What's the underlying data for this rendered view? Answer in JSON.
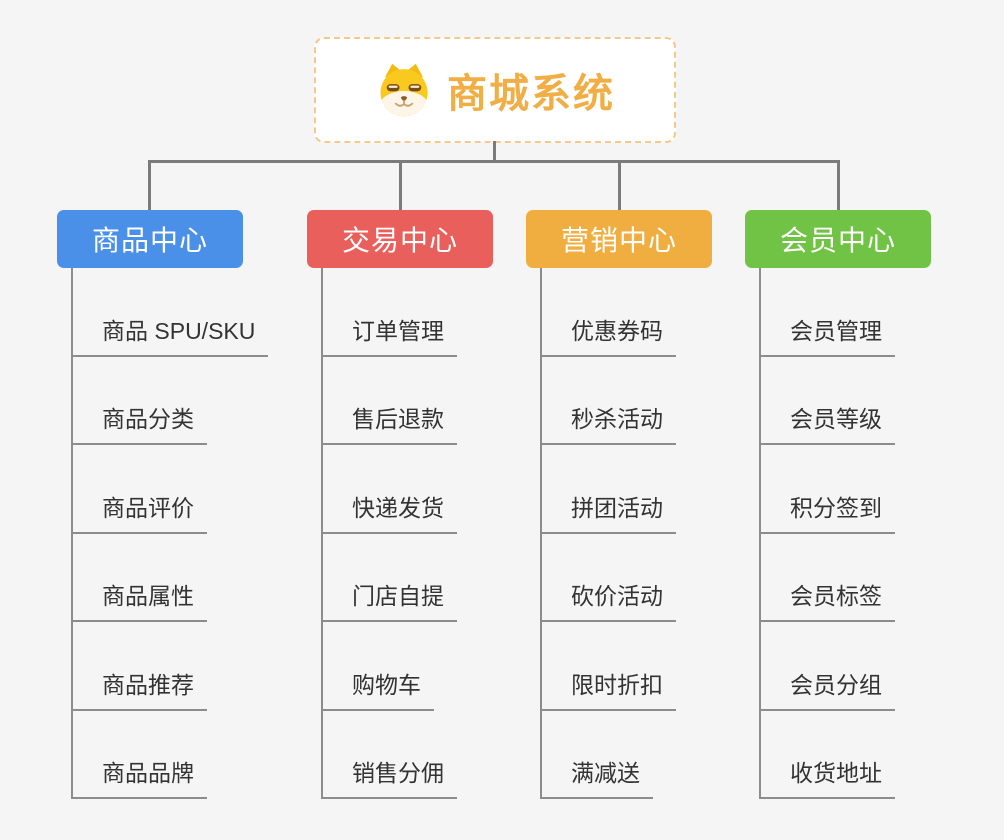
{
  "root": {
    "title": "商城系统",
    "icon": "dog-face-icon"
  },
  "branches": [
    {
      "label": "商品中心",
      "color": "#4a90e8",
      "children": [
        "商品 SPU/SKU",
        "商品分类",
        "商品评价",
        "商品属性",
        "商品推荐",
        "商品品牌"
      ]
    },
    {
      "label": "交易中心",
      "color": "#e95f5b",
      "children": [
        "订单管理",
        "售后退款",
        "快递发货",
        "门店自提",
        "购物车",
        "销售分佣"
      ]
    },
    {
      "label": "营销中心",
      "color": "#efae3f",
      "children": [
        "优惠券码",
        "秒杀活动",
        "拼团活动",
        "砍价活动",
        "限时折扣",
        "满减送"
      ]
    },
    {
      "label": "会员中心",
      "color": "#70c344",
      "children": [
        "会员管理",
        "会员等级",
        "积分签到",
        "会员标签",
        "会员分组",
        "收货地址"
      ]
    }
  ],
  "colors": {
    "background": "#f5f5f6",
    "connector": "#7b7b7b",
    "leaf_line": "#8c8c8c",
    "root_border": "#f6c88a",
    "root_title": "#f0ae45",
    "leaf_text": "#333333"
  }
}
